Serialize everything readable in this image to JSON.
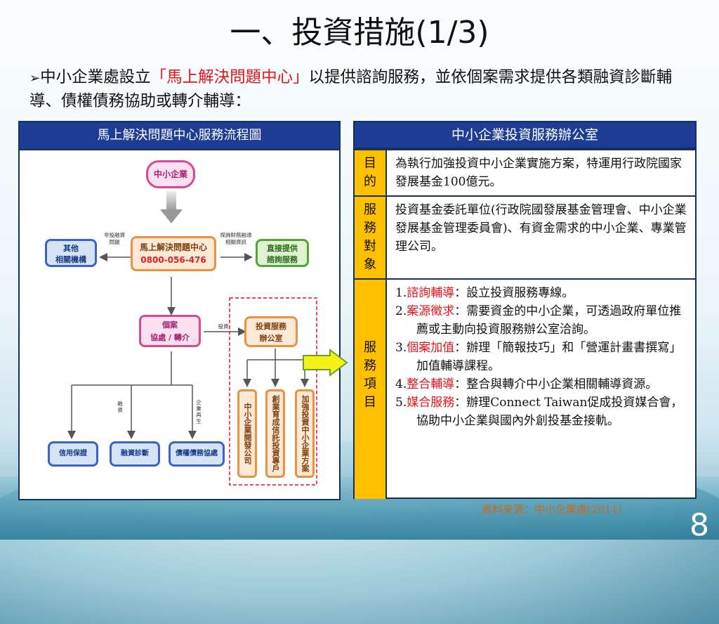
{
  "title": "一、投資措施(1/3)",
  "intro": {
    "bullet": "➢",
    "part1": "中小企業處設立",
    "highlight": "「馬上解決問題中心」",
    "part2": "以提供諮詢服務，並依個案需求提供各類融資診斷輔導、債權債務協助或轉介輔導："
  },
  "left_panel": {
    "header": "馬上解決問題中心服務流程圖",
    "diagram": {
      "top_node": "中小企業",
      "center_node_line1": "馬上解決問題中心",
      "center_node_line2": "0800-056-476",
      "left_node": "其他\n相關機構",
      "left_label": "非投融資\n問題",
      "right_node": "直接提供\n諮詢服務",
      "right_label": "探詢財務融通\n相關資訊",
      "case_node": "個案\n協處 / 轉介",
      "invest_label": "投資",
      "invest_node": "投資服務\n辦公室",
      "finance_label": "融資",
      "rebirth_label": "企業再生",
      "bottom_nodes": [
        "信用保證",
        "融資診斷",
        "債權債務協處"
      ],
      "sub_nodes": [
        "中小企業開發公司",
        "創業育成信託投資專戶",
        "加強投資中小企業方案"
      ]
    }
  },
  "right_panel": {
    "header": "中小企業投資服務辦公室",
    "rows": [
      {
        "label": "目的",
        "text": "為執行加強投資中小企業實施方案，特運用行政院國家發展基金100億元。"
      },
      {
        "label": "服務對象",
        "text": "投資基金委託單位(行政院國發展基金管理會、中小企業發展基金管理委員會)、有資金需求的中小企業、專業管理公司。"
      },
      {
        "label": "服務項目",
        "items": [
          {
            "num": "1.",
            "key": "諮詢輔導",
            "rest": "：設立投資服務專線。"
          },
          {
            "num": "2.",
            "key": "案源徵求",
            "rest": "：需要資金的中小企業，可透過政府單位推薦或主動向投資服務辦公室洽詢。"
          },
          {
            "num": "3.",
            "key": "個案加值",
            "rest": "：辦理「簡報技巧」和「營運計畫書撰寫」加值輔導課程。"
          },
          {
            "num": "4.",
            "key": "整合輔導",
            "rest": "：整合與轉介中小企業相關輔導資源。"
          },
          {
            "num": "5.",
            "key": "媒合服務",
            "rest": "：辦理Connect Taiwan促成投資媒合會，協助中小企業與國內外創投基金接軌。"
          }
        ]
      }
    ]
  },
  "source": "資料來源：中小企業處(2011)",
  "page_number": "8",
  "colors": {
    "header_bg": "#1f3d95",
    "label_bg": "#ffc000",
    "highlight": "#e8141b"
  }
}
